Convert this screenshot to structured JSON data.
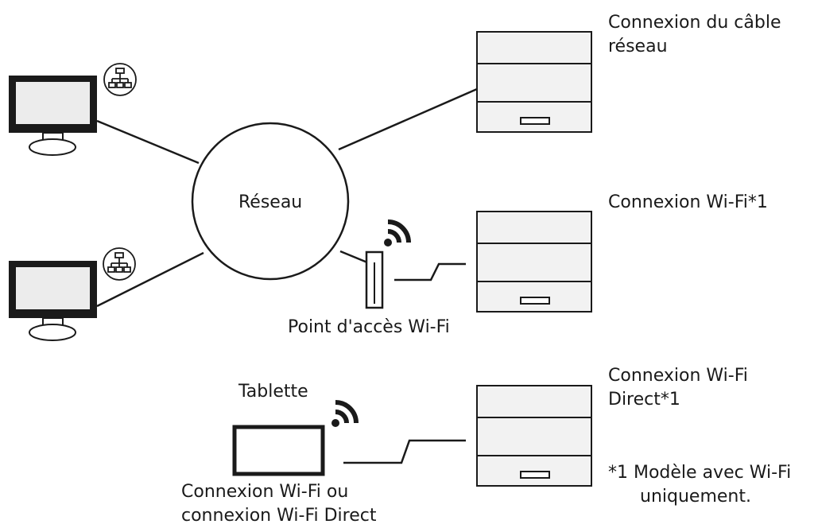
{
  "network": {
    "label": "Réseau"
  },
  "access_point": {
    "label": "Point d'accès Wi-Fi"
  },
  "tablet": {
    "label": "Tablette"
  },
  "connections": {
    "cable_line1": "Connexion du câble",
    "cable_line2": "réseau",
    "wifi": "Connexion Wi-Fi*1",
    "wifi_direct_line1": "Connexion Wi-Fi",
    "wifi_direct_line2": "Direct*1",
    "tablet_line1": "Connexion Wi-Fi ou",
    "tablet_line2": "connexion Wi-Fi Direct"
  },
  "footnote": {
    "line1": "*1 Modèle avec Wi-Fi",
    "line2": "uniquement."
  },
  "icons": {
    "computer": "computer-monitor-icon",
    "network_badge": "wired-network-icon",
    "printer": "printer-icon",
    "wifi": "wifi-signal-icon",
    "access_point": "access-point-icon",
    "tablet": "tablet-icon"
  },
  "colors": {
    "stroke": "#1a1a1a",
    "monitor_screen": "#ececec",
    "printer_fill": "#f2f2f2",
    "background": "#ffffff"
  }
}
